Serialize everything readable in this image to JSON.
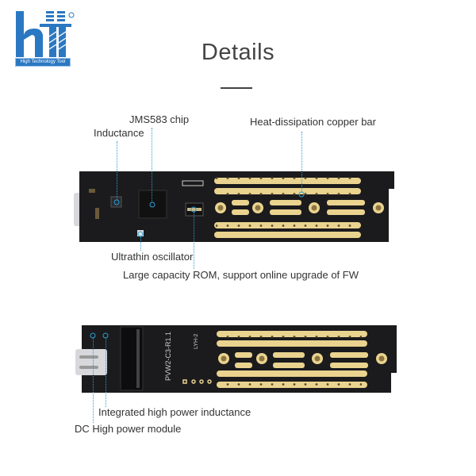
{
  "logo": {
    "text": "High Technology Tool",
    "mark": "hii",
    "registered": "®",
    "color": "#2b78c2"
  },
  "header": {
    "title": "Details"
  },
  "callouts": {
    "jms583": "JMS583 chip",
    "inductance": "Inductance",
    "copper_bar": "Heat-dissipation copper bar",
    "oscillator": "Ultrathin oscillator",
    "rom": "Large capacity ROM, support online upgrade of FW",
    "power_inductance": "Integrated high power inductance",
    "dc_module": "DC High power module"
  },
  "board_markings": {
    "model": "PVW2-C3-R1.1",
    "code": "LYH-2"
  },
  "colors": {
    "leader": "#2a9fd6",
    "pcb": "#1b1b1d",
    "gold": "#e9d38f"
  }
}
